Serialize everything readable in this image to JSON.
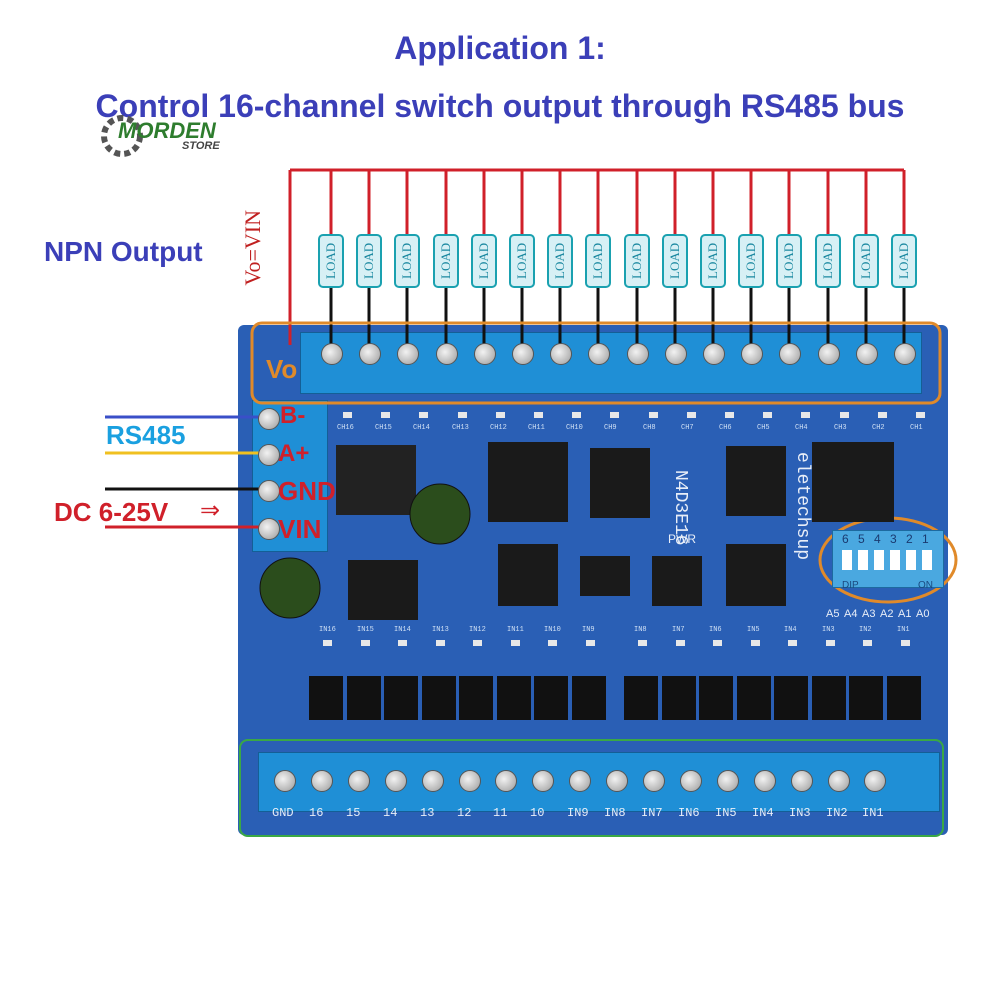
{
  "title_line1": "Application 1:",
  "title_line2": "Control 16-channel switch output through RS485 bus",
  "logo": {
    "brand": "MORDEN",
    "sub": "STORE"
  },
  "npn_label": "NPN Output",
  "vo_vin_label": "Vo=VIN",
  "load_label": "LOAD",
  "vo_terminal_label": "Vo",
  "left_labels": {
    "b": "B-",
    "a": "A+",
    "gnd": "GND",
    "vin": "VIN"
  },
  "rs485_label": "RS485",
  "dc_label": "DC 6-25V",
  "board_name": "N4D3E16",
  "board_brand": "eletechsup",
  "pwr_label": "PWR",
  "dip_numbers": [
    "6",
    "5",
    "4",
    "3",
    "2",
    "1"
  ],
  "dip_labels": {
    "dip": "DIP",
    "on": "ON"
  },
  "address_labels": [
    "A5",
    "A4",
    "A3",
    "A2",
    "A1",
    "A0"
  ],
  "ch_labels": [
    "CH16",
    "CH15",
    "CH14",
    "CH13",
    "CH12",
    "CH11",
    "CH10",
    "CH9",
    "CH8",
    "CH7",
    "CH6",
    "CH5",
    "CH4",
    "CH3",
    "CH2",
    "CH1"
  ],
  "in_labels_top": [
    "IN16",
    "IN15",
    "IN14",
    "IN13",
    "IN12",
    "IN11",
    "IN10",
    "IN9",
    "IN8",
    "IN7",
    "IN6",
    "IN5",
    "IN4",
    "IN3",
    "IN2",
    "IN1"
  ],
  "bottom_labels": [
    "GND",
    "16",
    "15",
    "14",
    "13",
    "12",
    "11",
    "10",
    "IN9",
    "IN8",
    "IN7",
    "IN6",
    "IN5",
    "IN4",
    "IN3",
    "IN2",
    "IN1"
  ],
  "colors": {
    "title": "#3b3fb8",
    "wire_red": "#d0202a",
    "board": "#2a5fb5",
    "terminal": "#1f8fd6",
    "highlight": "#e08a2a",
    "green_box": "#3aa845",
    "rs485": "#1aa0e0",
    "b_wire": "#3a4fc8",
    "a_wire": "#f0c020"
  }
}
